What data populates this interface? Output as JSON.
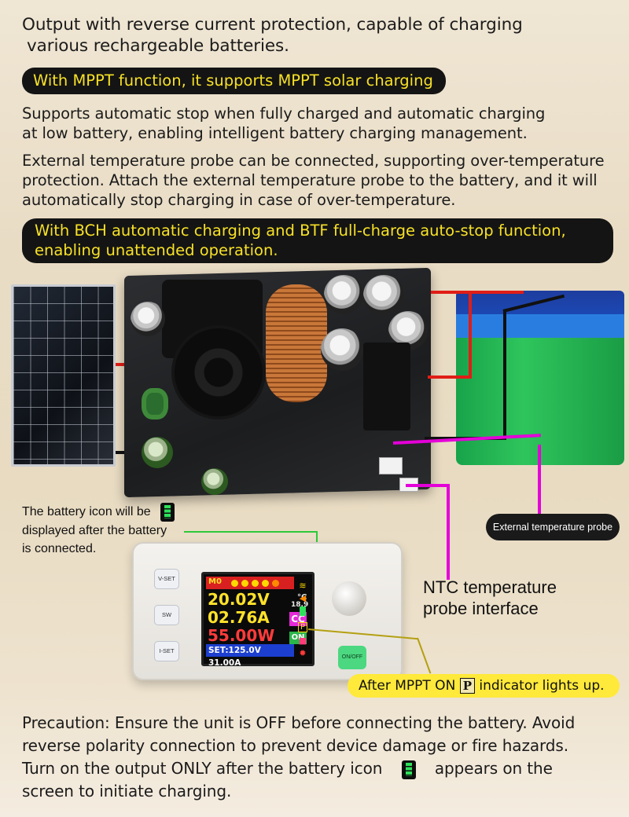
{
  "intro": {
    "line1": "Output with reverse current protection, capable of charging",
    "line2": "various rechargeable batteries."
  },
  "mppt_banner": "With MPPT function, it supports MPPT solar charging",
  "auto_stop": {
    "line1": "Supports automatic stop when fully charged and automatic charging",
    "line2": "at low battery, enabling intelligent battery charging management."
  },
  "temp_probe": {
    "line1": "External temperature probe can be connected, supporting over-temperature",
    "line2": "protection. Attach the external temperature probe to the battery, and it will",
    "line3": "automatically stop charging in case of over-temperature."
  },
  "bch_banner": {
    "line1": "With BCH automatic charging and BTF full-charge auto-stop function,",
    "line2": "enabling unattended operation."
  },
  "callouts": {
    "battery_note_line1": "The battery icon will be",
    "battery_note_line2": "displayed after the battery",
    "battery_note_line3": "is connected.",
    "external_probe": "External temperature probe",
    "ntc_line1": "NTC temperature",
    "ntc_line2": "probe interface",
    "mppt_before": "After MPPT ON",
    "mppt_p": "P",
    "mppt_after": "indicator lights up."
  },
  "device": {
    "buttons": {
      "vset": "V-SET",
      "sw": "SW",
      "iset": "I-SET",
      "onoff": "ON/OFF"
    },
    "screen": {
      "mode": "M0",
      "voltage": "20.02V",
      "current": "02.76A",
      "power": "55.00W",
      "temp_unit": "°C",
      "temp": "18.9",
      "cc": "CC",
      "on": "ON",
      "set_line": "SET:125.0V 31.00A"
    }
  },
  "precaution": {
    "line1": "Precaution: Ensure the unit is OFF before connecting the battery. Avoid",
    "line2": "reverse polarity connection to prevent device damage or fire hazards.",
    "line3_before": "Turn on the output ONLY after the battery icon",
    "line3_after": "appears on the",
    "line4": "screen to initiate charging."
  },
  "colors": {
    "banner_bg": "#141414",
    "banner_text": "#f7e126",
    "probe_wire": "#e400d8",
    "battery_wire": "#2ec93a",
    "mppt_wire": "#b4a012",
    "mppt_label_bg": "#ffe93a"
  }
}
